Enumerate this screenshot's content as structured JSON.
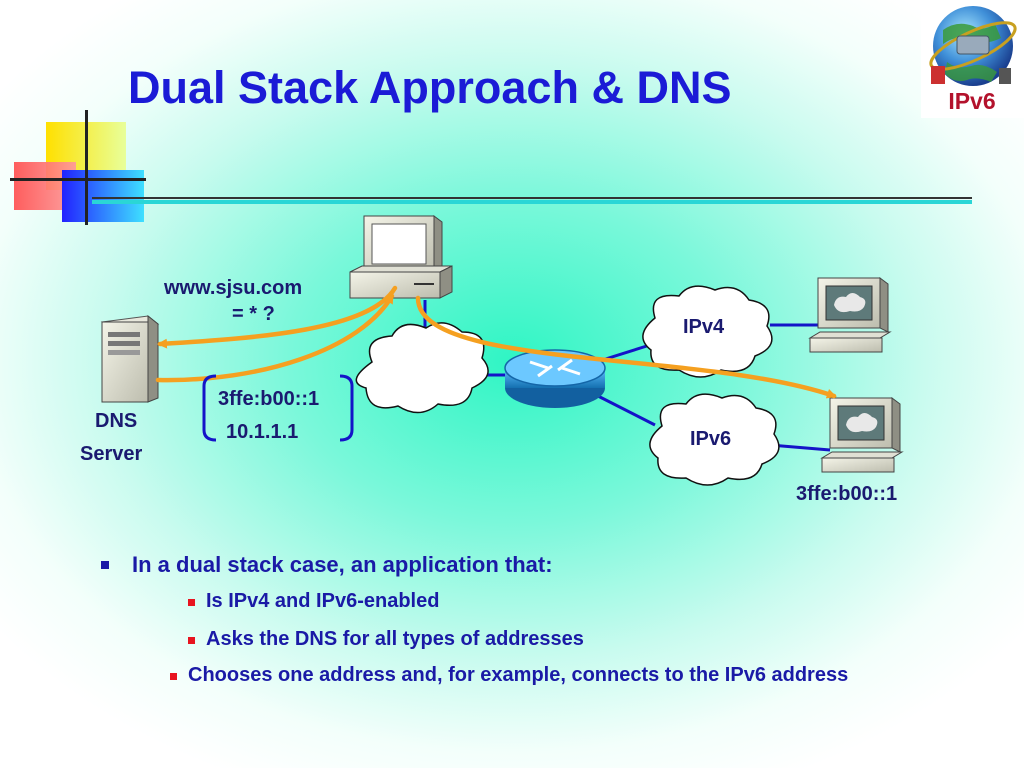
{
  "slide": {
    "title": "Dual Stack Approach & DNS",
    "logo_text": "IPv6"
  },
  "diagram": {
    "query_label_line1": "www.sjsu.com",
    "query_label_line2": "= * ?",
    "dns_label_line1": "DNS",
    "dns_label_line2": "Server",
    "response_addr_1": "3ffe:b00::1",
    "response_addr_2": "10.1.1.1",
    "cloud_ipv4": "IPv4",
    "cloud_ipv6": "IPv6",
    "host_ipv6_addr": "3ffe:b00::1",
    "colors": {
      "arrow": "#f5a020",
      "link": "#1414c8",
      "router": "#1a8fd0"
    }
  },
  "bullets": {
    "main": "In a dual stack case, an application that:",
    "sub": [
      "Is IPv4 and IPv6-enabled",
      "Asks the DNS for all types of addresses",
      "Chooses one address and, for example, connects to the IPv6 address"
    ]
  }
}
